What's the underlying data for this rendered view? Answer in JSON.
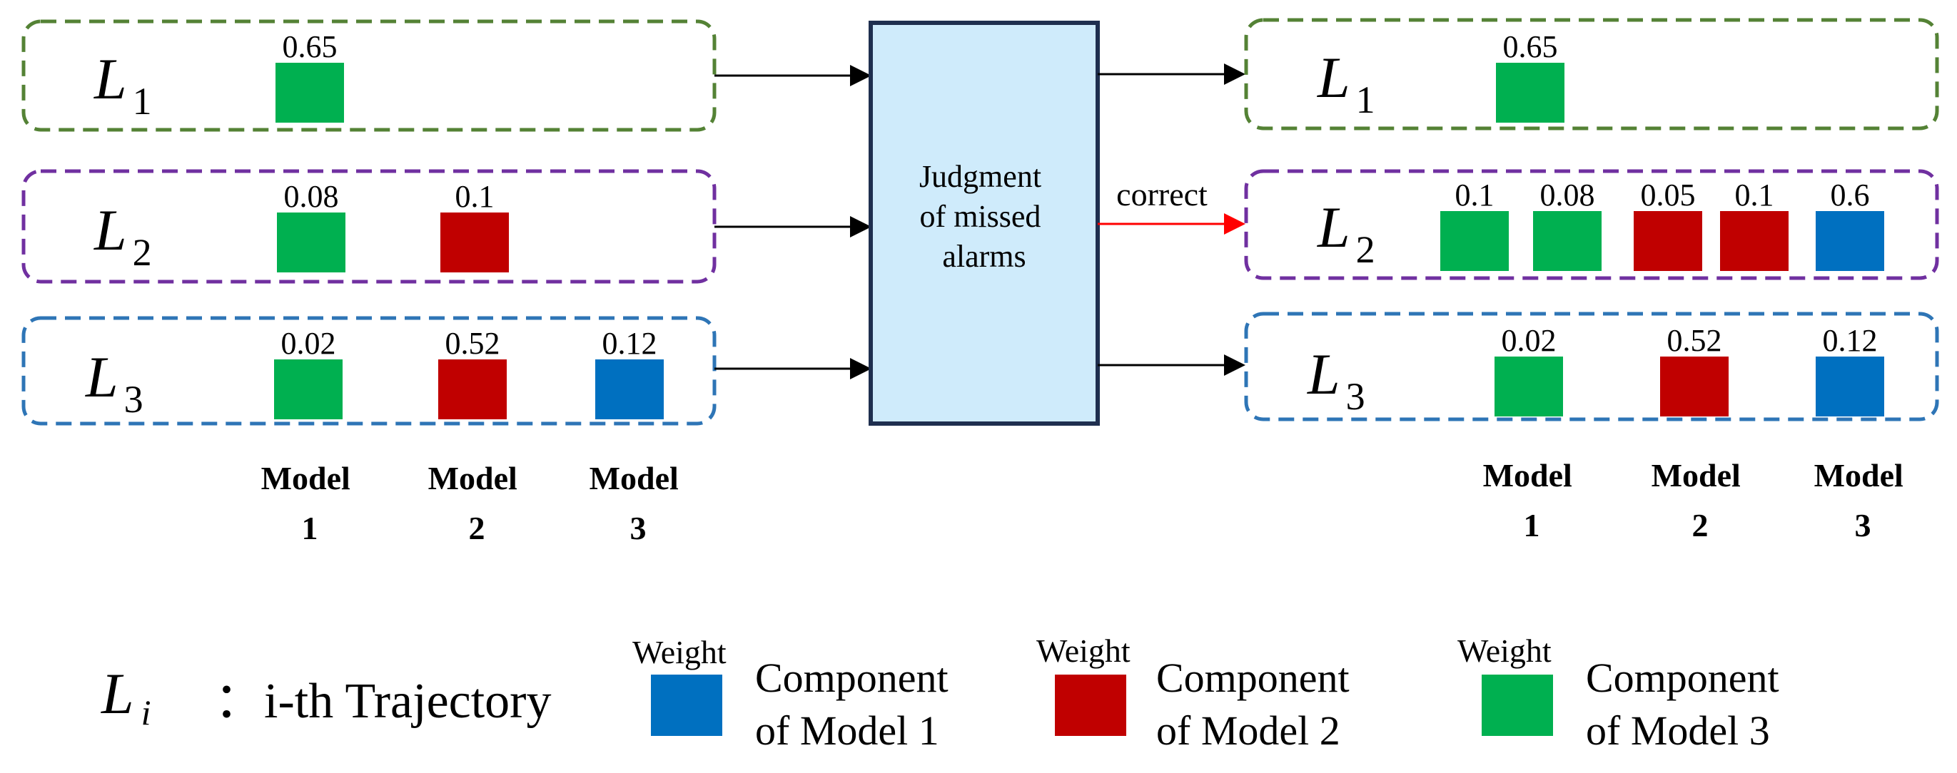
{
  "colors": {
    "green_component": "#00B050",
    "red_component": "#C00000",
    "blue_component": "#0070C0",
    "row1_border": "#548235",
    "row2_border": "#7030A0",
    "row3_border": "#2E75B6",
    "center_box_fill": "#CFEBFB",
    "center_box_border": "#1F2F4F",
    "correct_arrow": "#FF0000"
  },
  "left_panel": {
    "rows": [
      {
        "label": "L",
        "sub": "1",
        "weights": [
          {
            "value": "0.65",
            "color": "green"
          }
        ]
      },
      {
        "label": "L",
        "sub": "2",
        "weights": [
          {
            "value": "0.08",
            "color": "green"
          },
          {
            "value": "0.1",
            "color": "red"
          }
        ]
      },
      {
        "label": "L",
        "sub": "3",
        "weights": [
          {
            "value": "0.02",
            "color": "green"
          },
          {
            "value": "0.52",
            "color": "red"
          },
          {
            "value": "0.12",
            "color": "blue"
          }
        ]
      }
    ],
    "model_labels": [
      {
        "line1": "Model",
        "line2": "1"
      },
      {
        "line1": "Model",
        "line2": "2"
      },
      {
        "line1": "Model",
        "line2": "3"
      }
    ]
  },
  "center_box": {
    "line1": "Judgment",
    "line2": "of missed",
    "line3": "alarms",
    "correct_label": "correct"
  },
  "right_panel": {
    "rows": [
      {
        "label": "L",
        "sub": "1",
        "weights": [
          {
            "value": "0.65",
            "color": "green"
          }
        ]
      },
      {
        "label": "L",
        "sub": "2",
        "weights": [
          {
            "value": "0.1",
            "color": "green"
          },
          {
            "value": "0.08",
            "color": "green"
          },
          {
            "value": "0.05",
            "color": "red"
          },
          {
            "value": "0.1",
            "color": "red"
          },
          {
            "value": "0.6",
            "color": "blue"
          }
        ]
      },
      {
        "label": "L",
        "sub": "3",
        "weights": [
          {
            "value": "0.02",
            "color": "green"
          },
          {
            "value": "0.52",
            "color": "red"
          },
          {
            "value": "0.12",
            "color": "blue"
          }
        ]
      }
    ],
    "model_labels": [
      {
        "line1": "Model",
        "line2": "1"
      },
      {
        "line1": "Model",
        "line2": "2"
      },
      {
        "line1": "Model",
        "line2": "3"
      }
    ]
  },
  "legend": {
    "li_label": "L",
    "li_sub": "i",
    "li_text": "：i-th Trajectory",
    "items": [
      {
        "tag": "Weight",
        "line1": "Component",
        "line2": "of Model 1",
        "color": "blue"
      },
      {
        "tag": "Weight",
        "line1": "Component",
        "line2": "of Model 2",
        "color": "red"
      },
      {
        "tag": "Weight",
        "line1": "Component",
        "line2": "of Model 3",
        "color": "green"
      }
    ]
  }
}
